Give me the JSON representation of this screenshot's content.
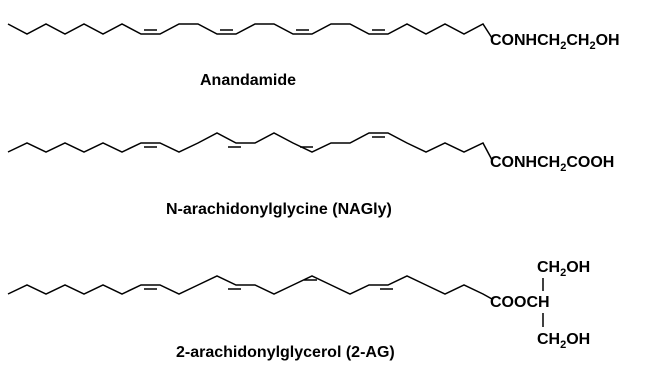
{
  "molecules": [
    {
      "id": "anandamide",
      "name": "Anandamide",
      "head_group": {
        "a": "CONHCH",
        "s1": "2",
        "b": "CH",
        "s2": "2",
        "c": "OH"
      }
    },
    {
      "id": "nagly",
      "name": "N-arachidonylglycine (NAGly)",
      "head_group": {
        "a": "CONHCH",
        "s1": "2",
        "b": "COOH"
      }
    },
    {
      "id": "2ag",
      "name": "2-arachidonylglycerol (2-AG)",
      "head_group": {
        "main": "COOCH",
        "top": "CH",
        "top_sub": "2",
        "top_end": "OH",
        "bottom": "CH",
        "bottom_sub": "2",
        "bottom_end": "OH"
      }
    }
  ],
  "colors": {
    "ink": "#000000",
    "background": "#ffffff"
  }
}
